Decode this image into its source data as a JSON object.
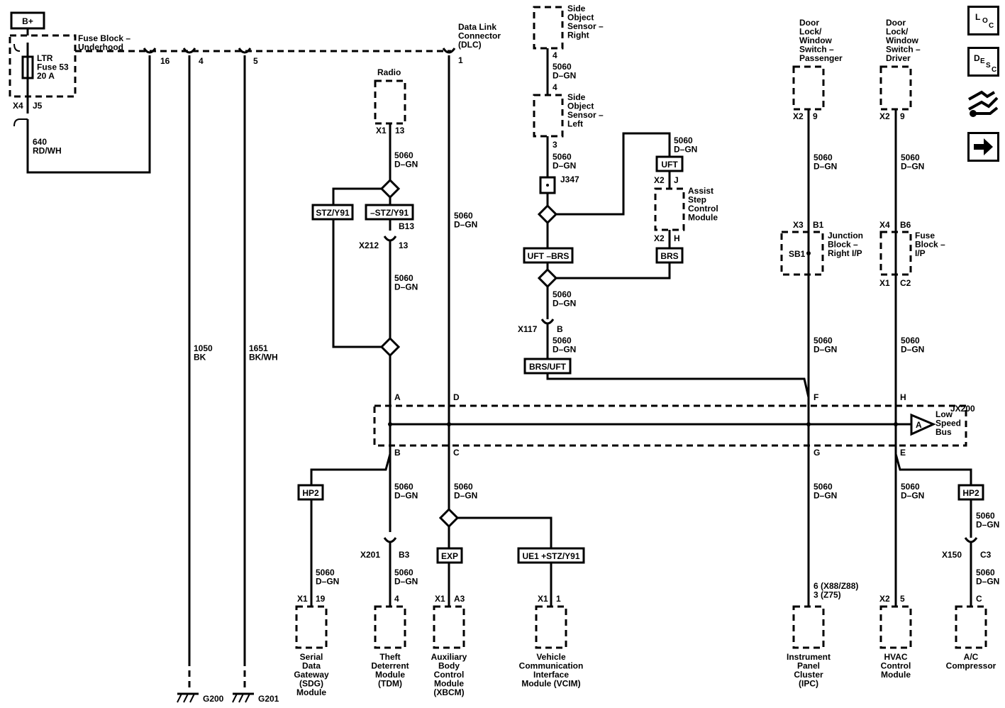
{
  "power": {
    "label": "B+",
    "fuse_block": "Fuse Block –\nUnderhood",
    "fuse": "LTR\nFuse 53\n20 A",
    "conn_x4": "X4",
    "conn_j5": "J5",
    "wire": "640\nRD/WH"
  },
  "fuse_block_pins": [
    "16",
    "4",
    "5"
  ],
  "grounds": {
    "g200": {
      "wire": "1050\nBK",
      "label": "G200"
    },
    "g201": {
      "wire": "1651\nBK/WH",
      "label": "G201"
    }
  },
  "dlc": {
    "label": "Data Link\nConnector\n(DLC)",
    "pin": "1",
    "wire": "5060\nD–GN"
  },
  "radio": {
    "label": "Radio",
    "conn": "X1",
    "pin": "13",
    "wire": "5060\nD–GN"
  },
  "options": {
    "stz": "STZ/Y91",
    "not_stz": "–STZ/Y91",
    "uft_brs": "UFT –BRS",
    "uft": "UFT",
    "brs": "BRS",
    "brs_uft": "BRS/UFT",
    "hp2_left": "HP2",
    "hp2_right": "HP2",
    "exp": "EXP",
    "ue1": "UE1 +STZ/Y91"
  },
  "inline_x212": {
    "conn": "X212",
    "pin_top": "B13",
    "pin": "13",
    "wire": "5060\nD–GN"
  },
  "sos_right": {
    "label": "Side\nObject\nSensor –\nRight",
    "pin": "4",
    "wire": "5060\nD–GN"
  },
  "sos_left": {
    "label": "Side\nObject\nSensor –\nLeft",
    "pin_top": "4",
    "pin": "3",
    "wire": "5060\nD–GN",
    "splice": "J347"
  },
  "assist_step": {
    "label": "Assist\nStep\nControl\nModule",
    "conn_top": "X2",
    "pin_top": "J",
    "conn_bot": "X2",
    "pin_bot": "H",
    "wire": "5060\nD–GN"
  },
  "x117": {
    "conn": "X117",
    "pin": "B",
    "wire_above": "5060\nD–GN",
    "wire_below": "5060\nD–GN"
  },
  "door_pass": {
    "label": "Door\nLock/\nWindow\nSwitch –\nPassenger",
    "conn": "X2",
    "pin": "9",
    "wire": "5060\nD–GN"
  },
  "door_drv": {
    "label": "Door\nLock/\nWindow\nSwitch –\nDriver",
    "conn": "X2",
    "pin": "9",
    "wire": "5060\nD–GN"
  },
  "junction_block": {
    "conn": "X3",
    "pin": "B1",
    "inner": "SB1",
    "label": "Junction\nBlock –\nRight I/P",
    "wire": "5060\nD–GN"
  },
  "fuse_block_ip": {
    "conn_top": "X4",
    "pin_top": "B6",
    "label": "Fuse\nBlock –\nI/P",
    "conn_bot": "X1",
    "pin_bot": "C2",
    "wire": "5060\nD–GN"
  },
  "bus": {
    "connector": "JX200",
    "pins_top": [
      "A",
      "D",
      "F",
      "H"
    ],
    "pins_bottom": [
      "B",
      "C",
      "G",
      "E"
    ],
    "label": "Low\nSpeed\nBus",
    "symbol": "A"
  },
  "bottom_modules": [
    {
      "label": "Serial\nData\nGateway\n(SDG)\nModule",
      "conn": "X1",
      "pin": "19",
      "wire": "5060\nD–GN"
    },
    {
      "label": "Theft\nDeterrent\nModule\n(TDM)",
      "pin": "4",
      "inline_conn": "X201",
      "inline_pin": "B3",
      "wire_top": "5060\nD–GN",
      "wire": "5060\nD–GN"
    },
    {
      "label": "Auxiliary\nBody\nControl\nModule\n(XBCM)",
      "conn": "X1",
      "pin": "A3",
      "wire": "5060\nD–GN"
    },
    {
      "label": "Vehicle\nCommunication\nInterface\nModule (VCIM)",
      "conn": "X1",
      "pin": "1"
    },
    {
      "label": "Instrument\nPanel\nCluster\n(IPC)",
      "pin": "6 (X88/Z88)\n3 (Z75)",
      "wire": "5060\nD–GN"
    },
    {
      "label": "HVAC\nControl\nModule",
      "conn": "X2",
      "pin": "5",
      "wire": "5060\nD–GN"
    },
    {
      "label": "A/C\nCompressor",
      "inline_conn": "X150",
      "inline_pin": "C3",
      "pin": "C",
      "wire_top": "5060\nD–GN",
      "wire": "5060\nD–GN"
    }
  ],
  "nav_buttons": {
    "loc": [
      "L",
      "O",
      "C"
    ],
    "desc": [
      "D",
      "E",
      "S",
      "C"
    ],
    "arrow_icon": "right-arrow-icon",
    "connector_icon": "connector-view-icon"
  }
}
